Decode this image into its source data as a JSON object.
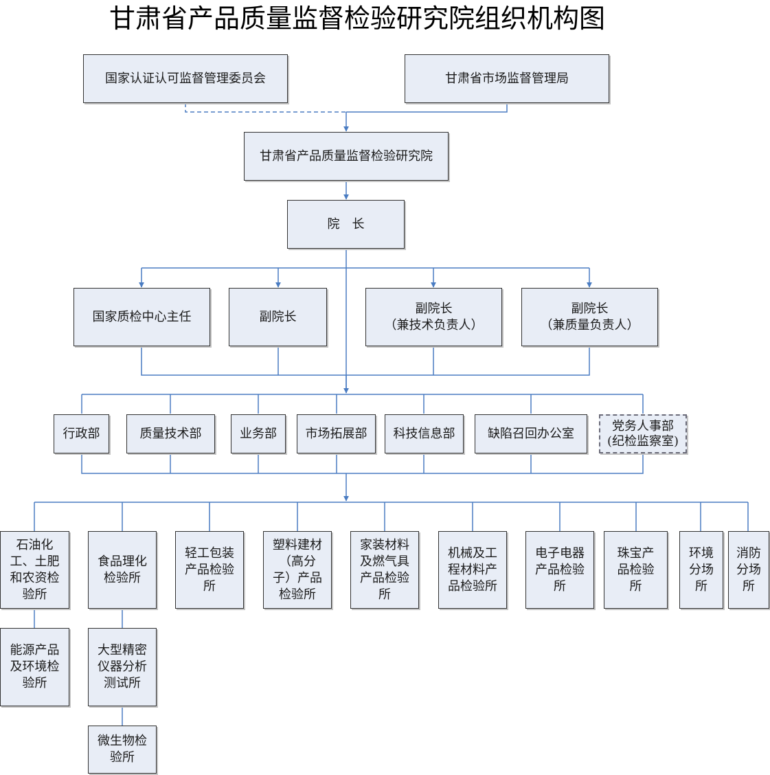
{
  "title": "甘肃省产品质量监督检验研究院组织机构图",
  "colors": {
    "box_fill": "#e8edf6",
    "connector": "#4a7cc2",
    "border": "#303030"
  },
  "nodes": {
    "cnca": "国家认证认可监督管理委员会",
    "provincial_bureau": "甘肃省市场监督管理局",
    "institute": "甘肃省产品质量监督检验研究院",
    "president": "院　长",
    "national_center_director": "国家质检中心主任",
    "vice_president": "副院长",
    "vice_president_tech": "副院长\n（兼技术负责人）",
    "vice_president_quality": "副院长\n（兼质量负责人）",
    "departments": [
      "行政部",
      "质量技术部",
      "业务部",
      "市场拓展部",
      "科技信息部",
      "缺陷召回办公室",
      "党务人事部\n(纪检监察室)"
    ],
    "labs": [
      "石油化\n工、土肥\n和农资检\n验所",
      "食品理化\n检验所",
      "轻工包装\n产品检验\n所",
      "塑料建材\n（高分\n子）产品\n检验所",
      "家装材料\n及燃气具\n产品检验\n所",
      "机械及工\n程材料产\n品检验所",
      "电子电器\n产品检验\n所",
      "珠宝产\n品检验\n所",
      "环境\n分场\n所",
      "消防\n分场\n所"
    ],
    "energy_lab": "能源产品\n及环境检\n验所",
    "instrument_lab": "大型精密\n仪器分析\n测试所",
    "microbiology_lab": "微生物检\n验所"
  }
}
